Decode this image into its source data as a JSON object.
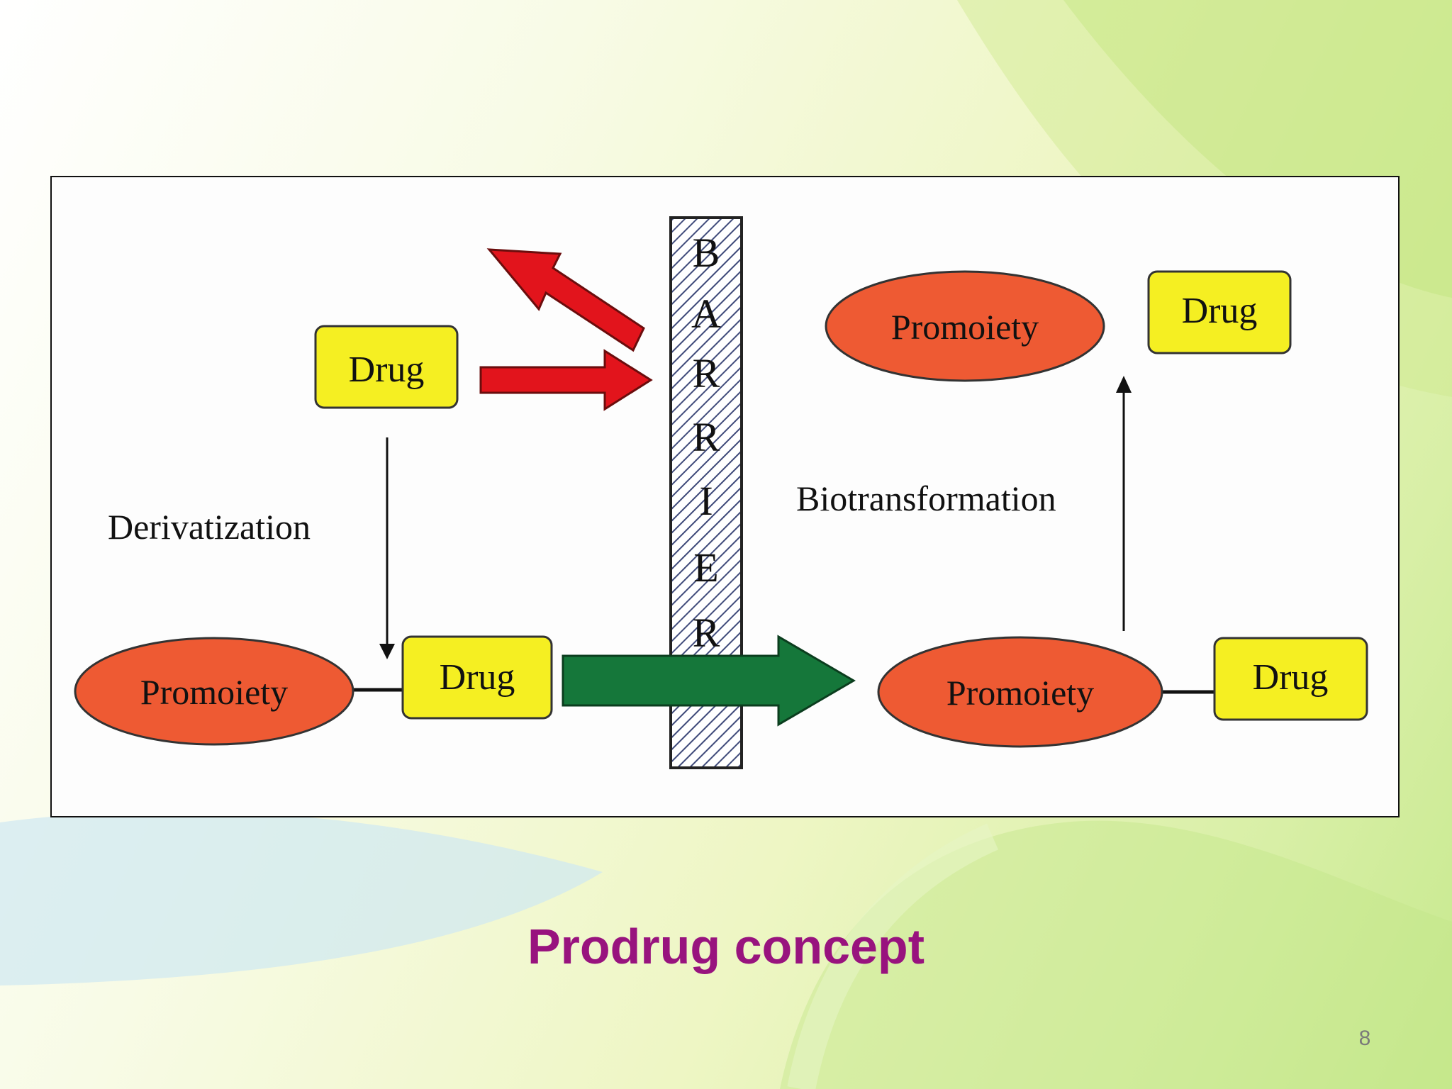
{
  "slide": {
    "title": "Prodrug concept",
    "page_number": "8"
  },
  "diagram": {
    "barrier_letters": [
      "B",
      "A",
      "R",
      "R",
      "I",
      "E",
      "R"
    ],
    "drug_label": "Drug",
    "promoiety_label": "Promoiety",
    "derivatization_label": "Derivatization",
    "biotransformation_label": "Biotransformation"
  },
  "colors": {
    "drug_box": "#f5ef22",
    "promoiety": "#ee5a33",
    "blocked_arrow": "#e2141c",
    "pass_arrow": "#15773a",
    "title": "#98137e"
  }
}
